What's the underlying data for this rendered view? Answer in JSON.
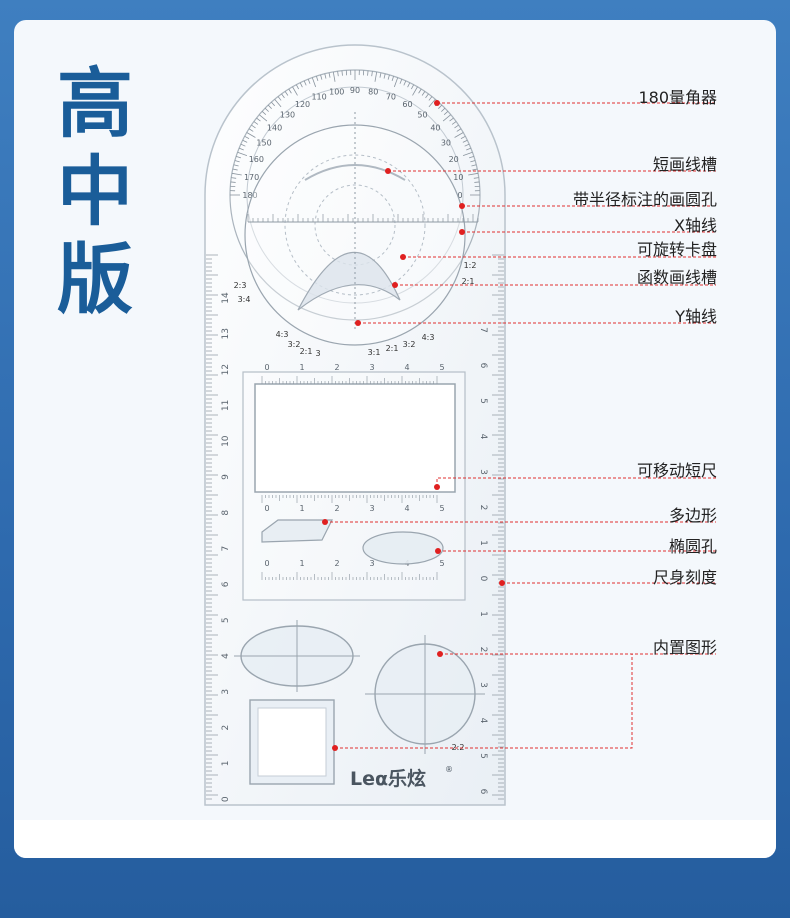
{
  "heading": {
    "line1": "高",
    "line2": "中",
    "line3": "版"
  },
  "brand": {
    "logo_text": "Leα乐炫",
    "registered": "®"
  },
  "colors": {
    "heading": "#1a5d99",
    "callout_dot": "#e02020",
    "callout_line": "#e03030",
    "background": "#2f6db0"
  },
  "callouts": [
    {
      "label": "180量角器"
    },
    {
      "label": "短画线槽"
    },
    {
      "label": "带半径标注的画圆孔"
    },
    {
      "label": "X轴线"
    },
    {
      "label": "可旋转卡盘"
    },
    {
      "label": "函数画线槽"
    },
    {
      "label": "Y轴线"
    },
    {
      "label": "可移动短尺"
    },
    {
      "label": "多边形"
    },
    {
      "label": "椭圆孔"
    },
    {
      "label": "尺身刻度"
    },
    {
      "label": "内置图形"
    }
  ],
  "protractor_labels": [
    "0",
    "10",
    "20",
    "30",
    "40",
    "50",
    "60",
    "70",
    "80",
    "90",
    "100",
    "110",
    "120",
    "130",
    "140",
    "150",
    "160",
    "170",
    "180"
  ],
  "ruler_left_numbers": [
    "14",
    "13",
    "12",
    "11",
    "10",
    "9",
    "8",
    "7",
    "6",
    "5",
    "4",
    "3",
    "2",
    "1",
    "0"
  ],
  "ruler_right_numbers": [
    "7",
    "6",
    "5",
    "4",
    "3",
    "2",
    "1",
    "0",
    "1",
    "2",
    "3",
    "4",
    "5",
    "6"
  ],
  "slider_numbers": [
    "0",
    "1",
    "2",
    "3",
    "4",
    "5"
  ],
  "ratio_labels": [
    "4:3",
    "3:2",
    "2:1",
    "3",
    "3:1",
    "2:1",
    "3:2",
    "4:3",
    "3:4",
    "2:3",
    "1:2",
    "2:1",
    "2:2"
  ]
}
